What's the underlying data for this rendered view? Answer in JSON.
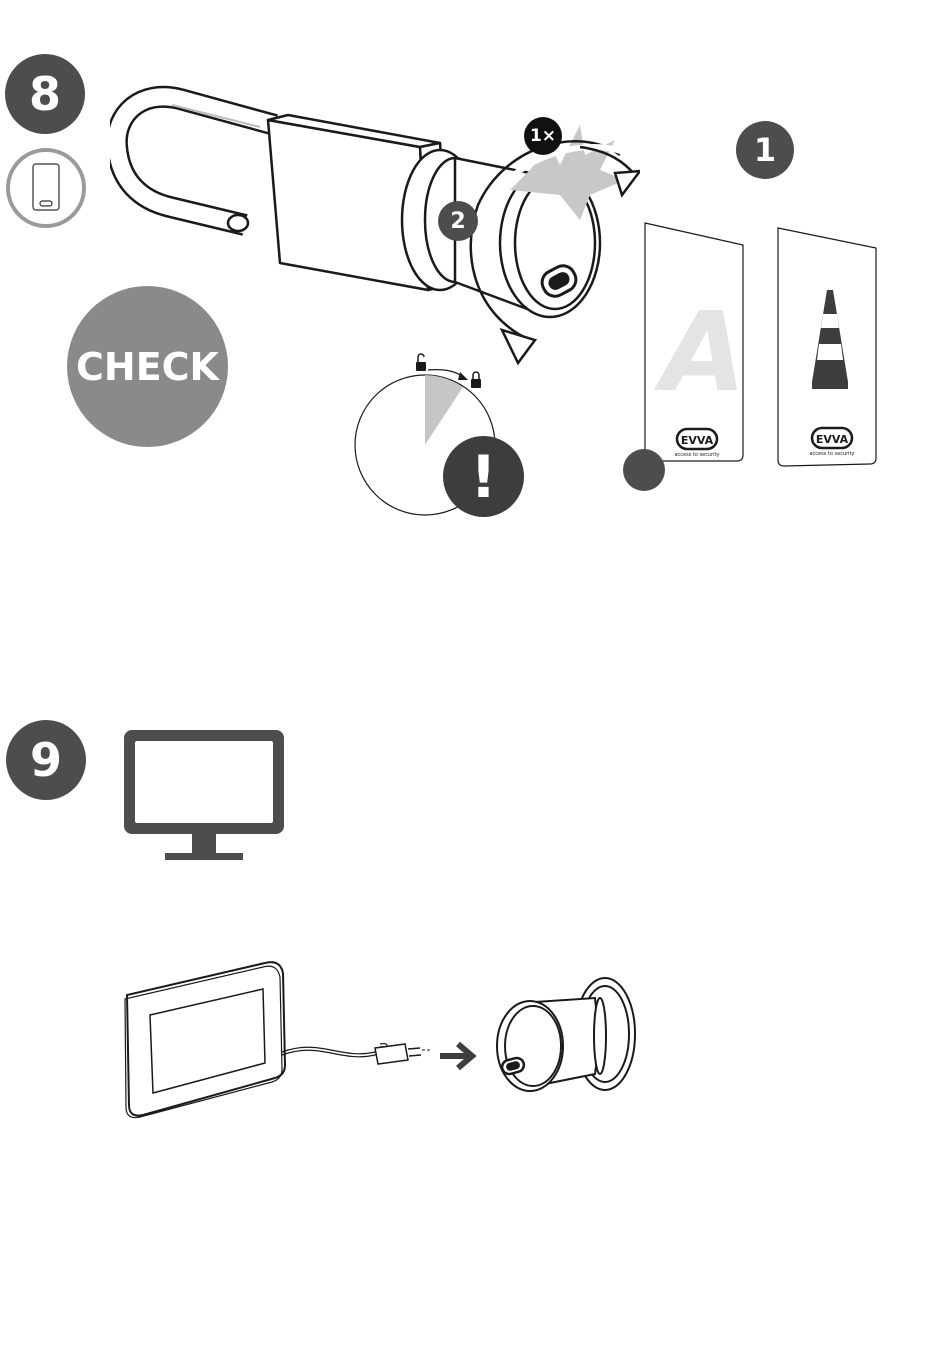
{
  "step8": {
    "number": "8",
    "check_label": "CHECK",
    "sub_steps": {
      "one": "1",
      "two": "2"
    },
    "tap_count": "1×",
    "warning_symbol": "!",
    "icons": [
      "card-icon",
      "padlock-illustration",
      "rotate-arrow-icon",
      "timer-dial-icon",
      "unlock-icon",
      "lock-icon",
      "warning-icon"
    ],
    "cards": [
      {
        "name": "card-a",
        "letter": "A",
        "brand": "EVVA",
        "tagline": "access to security"
      },
      {
        "name": "card-cone",
        "symbol": "traffic-cone-icon",
        "brand": "EVVA",
        "tagline": "access to security"
      }
    ]
  },
  "step9": {
    "number": "9",
    "icons": [
      "monitor-icon",
      "tablet-programmer-icon",
      "cable-plug-icon",
      "arrow-right-icon",
      "cylinder-lock-illustration"
    ]
  },
  "colors": {
    "badge": "#4d4d4d",
    "check": "#8a8a8a",
    "wedge": "#c6c6c6",
    "outline": "#1a1a1a"
  }
}
